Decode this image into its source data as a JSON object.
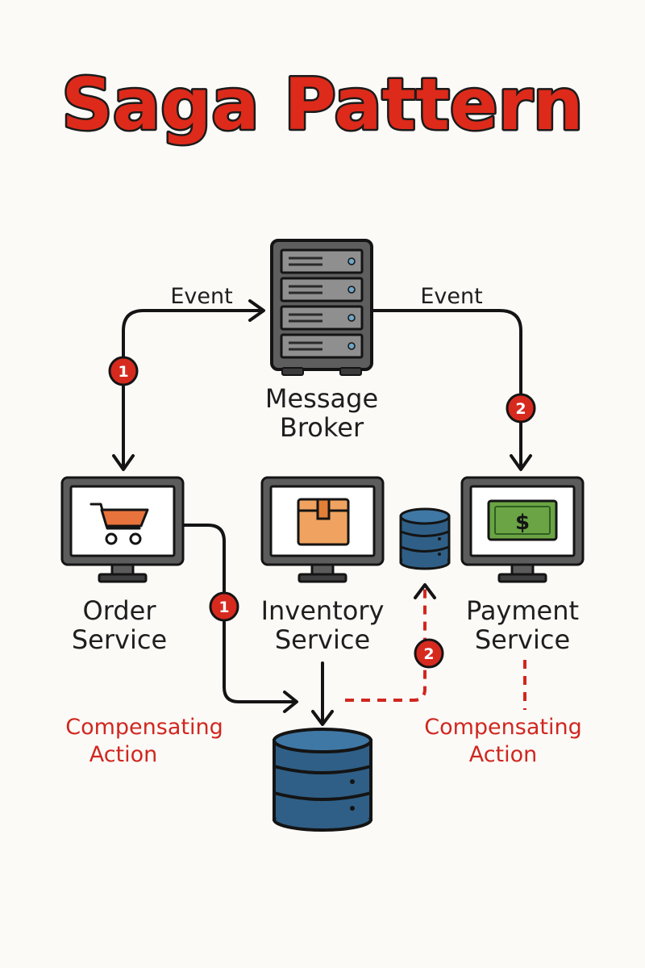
{
  "title": "Saga Pattern",
  "nodes": {
    "broker": {
      "line1": "Message",
      "line2": "Broker"
    },
    "order": {
      "line1": "Order",
      "line2": "Service"
    },
    "inventory": {
      "line1": "Inventory",
      "line2": "Service"
    },
    "payment": {
      "line1": "Payment",
      "line2": "Service"
    }
  },
  "edges": {
    "order_to_broker": {
      "label": "Event",
      "step": "1"
    },
    "broker_to_payment": {
      "label": "Event",
      "step": "2"
    },
    "order_to_db": {
      "step": "1"
    },
    "inventory_db_link": {
      "step": "2"
    }
  },
  "compensating": {
    "left": {
      "line1": "Compensating",
      "line2": "Action"
    },
    "right": {
      "line1": "Compensating",
      "line2": "Action"
    }
  },
  "icons": {
    "broker": "server-icon",
    "order": "shopping-cart-icon",
    "inventory": "package-box-icon",
    "payment": "dollar-bill-icon",
    "database": "database-icon"
  },
  "colors": {
    "title": "#de2a1a",
    "accent_red": "#d0271f",
    "badge": "#d62a1f",
    "database": "#2f5f86",
    "cart": "#e9733c",
    "box": "#f0a360",
    "bill": "#6aa444",
    "monitor": "#5a5a5a"
  }
}
